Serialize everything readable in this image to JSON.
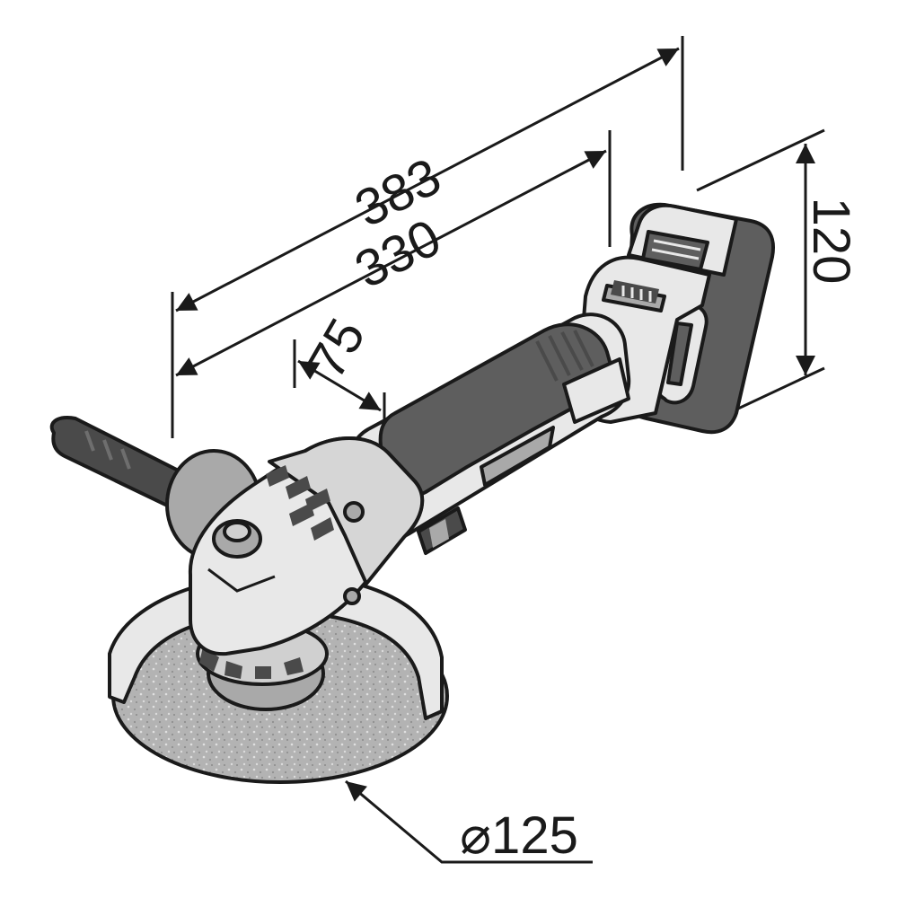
{
  "dimensions": {
    "overall_length": "383",
    "body_length": "330",
    "head_height": "75",
    "height": "120",
    "disc_diameter": "⌀125"
  },
  "colors": {
    "line": "#1a1a1a",
    "light_grey": "#e8e8e8",
    "mid_grey": "#a9a9a9",
    "dark_grey": "#5e5e5e",
    "darker_grey": "#4a4a4a",
    "disc_grey": "#b3b3b3"
  }
}
